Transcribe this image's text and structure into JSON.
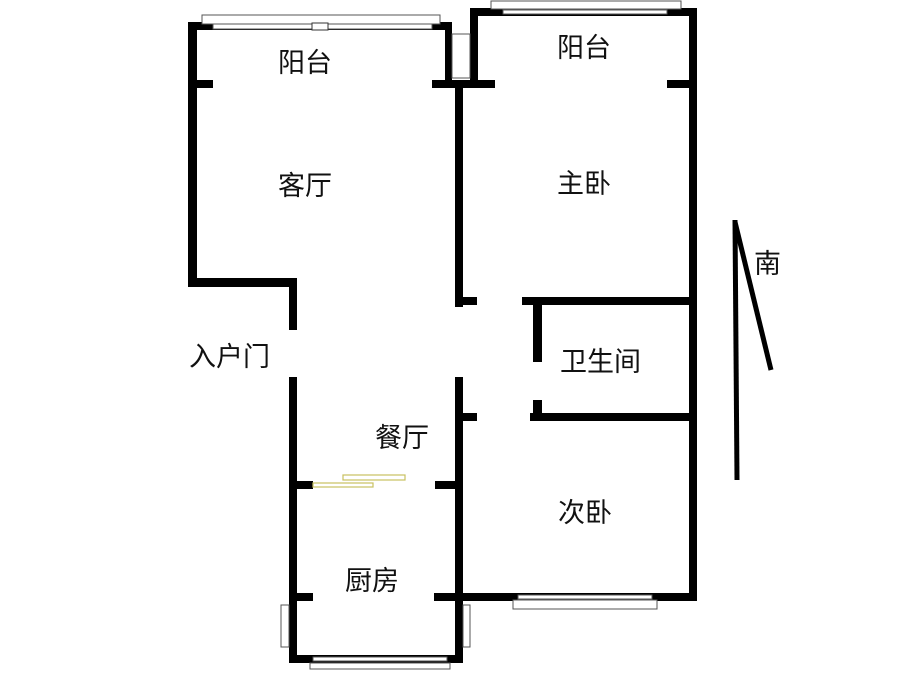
{
  "floorplan": {
    "rooms": {
      "balcony_left": "阳台",
      "balcony_right": "阳台",
      "living_room": "客厅",
      "master_bedroom": "主卧",
      "bathroom": "卫生间",
      "entrance_door": "入户门",
      "dining_room": "餐厅",
      "second_bedroom": "次卧",
      "kitchen": "厨房"
    },
    "compass": {
      "direction_label": "南"
    },
    "colors": {
      "wall": "#000000",
      "sliding_door": "#c8c060",
      "window": "#555555"
    }
  }
}
